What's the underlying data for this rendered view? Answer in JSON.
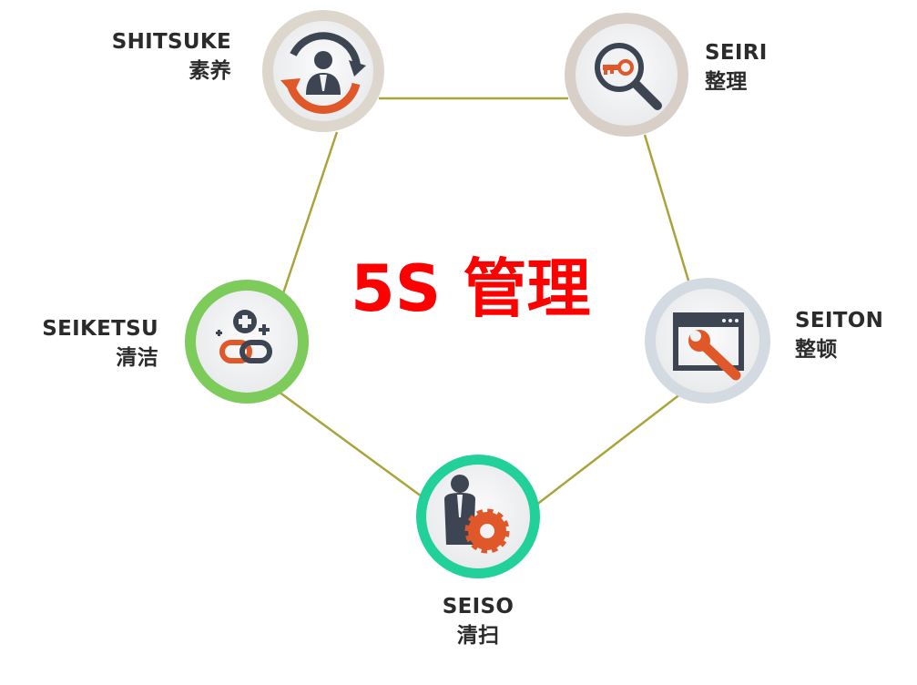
{
  "center": {
    "title": "5S 管理"
  },
  "nodes": {
    "shitsuke": {
      "roman": "SHITSUKE",
      "cn": "素养",
      "icon": "person-cycle-icon",
      "ring_color": "#ddd6cc"
    },
    "seiri": {
      "roman": "SEIRI",
      "cn": "整理",
      "icon": "key-magnifier-icon",
      "ring_color": "#d8d0c8"
    },
    "seiton": {
      "roman": "SEITON",
      "cn": "整顿",
      "icon": "window-wrench-icon",
      "ring_color": "#d4dae2"
    },
    "seiso": {
      "roman": "SEISO",
      "cn": "清扫",
      "icon": "person-gear-icon",
      "ring_color": "#22d19a"
    },
    "seiketsu": {
      "roman": "SEIKETSU",
      "cn": "清洁",
      "icon": "link-plus-icon",
      "ring_color": "#7dcb5a"
    }
  },
  "colors": {
    "connector": "#a9a43c",
    "icon_dark": "#3d4552",
    "icon_accent": "#e0582a",
    "node_fill": "#f1f2f4",
    "title": "#ff0000"
  }
}
